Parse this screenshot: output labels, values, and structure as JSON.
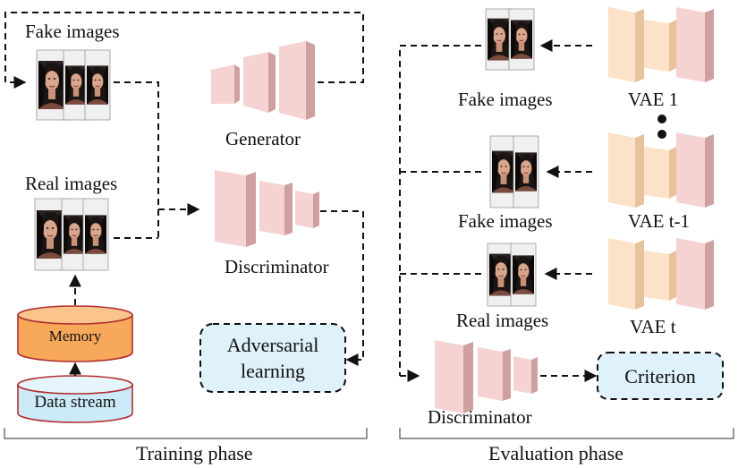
{
  "training": {
    "fake_images_label": "Fake images",
    "real_images_label": "Real images",
    "generator_label": "Generator",
    "discriminator_label": "Discriminator",
    "memory_label": "Memory",
    "data_stream_label": "Data stream",
    "adversarial_label_line1": "Adversarial",
    "adversarial_label_line2": "learning",
    "phase_label": "Training phase"
  },
  "evaluation": {
    "fake_images_1_label": "Fake images",
    "fake_images_2_label": "Fake images",
    "real_images_label": "Real images",
    "vae_1_label": "VAE 1",
    "vae_t_minus_1_label": "VAE t-1",
    "vae_t_label": "VAE t",
    "discriminator_label": "Discriminator",
    "criterion_label": "Criterion",
    "phase_label": "Evaluation phase"
  },
  "colors": {
    "network_pink": "#f6d3d3",
    "network_pink_side": "#cfa0a0",
    "vae_peach": "#fbe2c8",
    "vae_peach_side": "#e7c29c",
    "memory_orange": "#f7a85a",
    "data_stream_blue": "#cdeaf8",
    "rounded_box_blue": "#dff1fb"
  }
}
